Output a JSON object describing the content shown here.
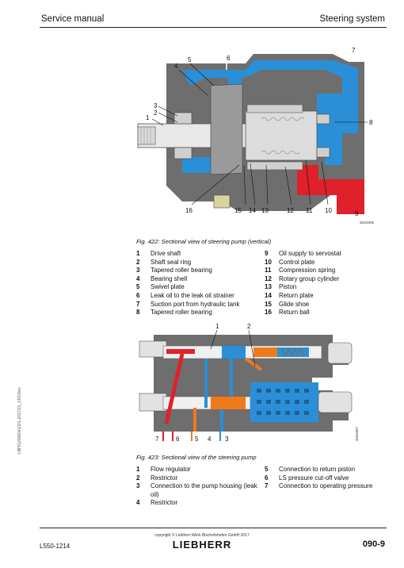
{
  "header": {
    "left": "Service manual",
    "right": "Steering system"
  },
  "figure1": {
    "code": "sls01806",
    "caption": "Fig. 422: Sectional view of steering pump (vertical)",
    "callouts_top": [
      "5",
      "4",
      "6",
      "7",
      "3",
      "2",
      "1",
      "8",
      "9"
    ],
    "callouts_bottom": [
      "16",
      "15",
      "14",
      "13",
      "12",
      "11",
      "10"
    ],
    "legend_left": [
      {
        "n": "1",
        "t": "Drive shaft"
      },
      {
        "n": "2",
        "t": "Shaft seal ring"
      },
      {
        "n": "3",
        "t": "Tapered roller bearing"
      },
      {
        "n": "4",
        "t": "Bearing shell"
      },
      {
        "n": "5",
        "t": "Swivel plate"
      },
      {
        "n": "6",
        "t": "Leak oil to the leak oil strainer"
      },
      {
        "n": "7",
        "t": "Suction port from hydraulic tank"
      },
      {
        "n": "8",
        "t": "Tapered roller bearing"
      }
    ],
    "legend_right": [
      {
        "n": "9",
        "t": "Oil supply to servostat"
      },
      {
        "n": "10",
        "t": "Control plate"
      },
      {
        "n": "11",
        "t": "Compression spring"
      },
      {
        "n": "12",
        "t": "Rotary group cylinder"
      },
      {
        "n": "13",
        "t": "Piston"
      },
      {
        "n": "14",
        "t": "Return plate"
      },
      {
        "n": "15",
        "t": "Glide shoe"
      },
      {
        "n": "16",
        "t": "Return ball"
      }
    ]
  },
  "figure2": {
    "code": "sls01807",
    "caption": "Fig. 423: Sectional view of the steering pump",
    "callouts_top": [
      "1",
      "2"
    ],
    "callouts_bottom": [
      "7",
      "6",
      "5",
      "4",
      "3"
    ],
    "legend_left": [
      {
        "n": "1",
        "t": "Flow regulator"
      },
      {
        "n": "2",
        "t": "Restrictor"
      },
      {
        "n": "3",
        "t": "Connection to the pump housing (leak oil)"
      },
      {
        "n": "4",
        "t": "Restrictor"
      }
    ],
    "legend_right": [
      {
        "n": "5",
        "t": "Connection to return piston"
      },
      {
        "n": "6",
        "t": "LS pressure cut-off valve"
      },
      {
        "n": "7",
        "t": "Connection to operating pressure"
      }
    ]
  },
  "side_code": "LBH/12006041/2/1-2017/21_14/10/en",
  "footer": {
    "left": "L550-1214",
    "copyright": "copyright © Liebherr-Werk Bischofshofen GmbH 2017",
    "logo": "LIEBHERR",
    "page": "090-9"
  },
  "colors": {
    "oil_blue": "#2a8fd6",
    "pressure_red": "#e0202a",
    "control_orange": "#f07a1a",
    "housing_gray": "#6e6e6e"
  }
}
